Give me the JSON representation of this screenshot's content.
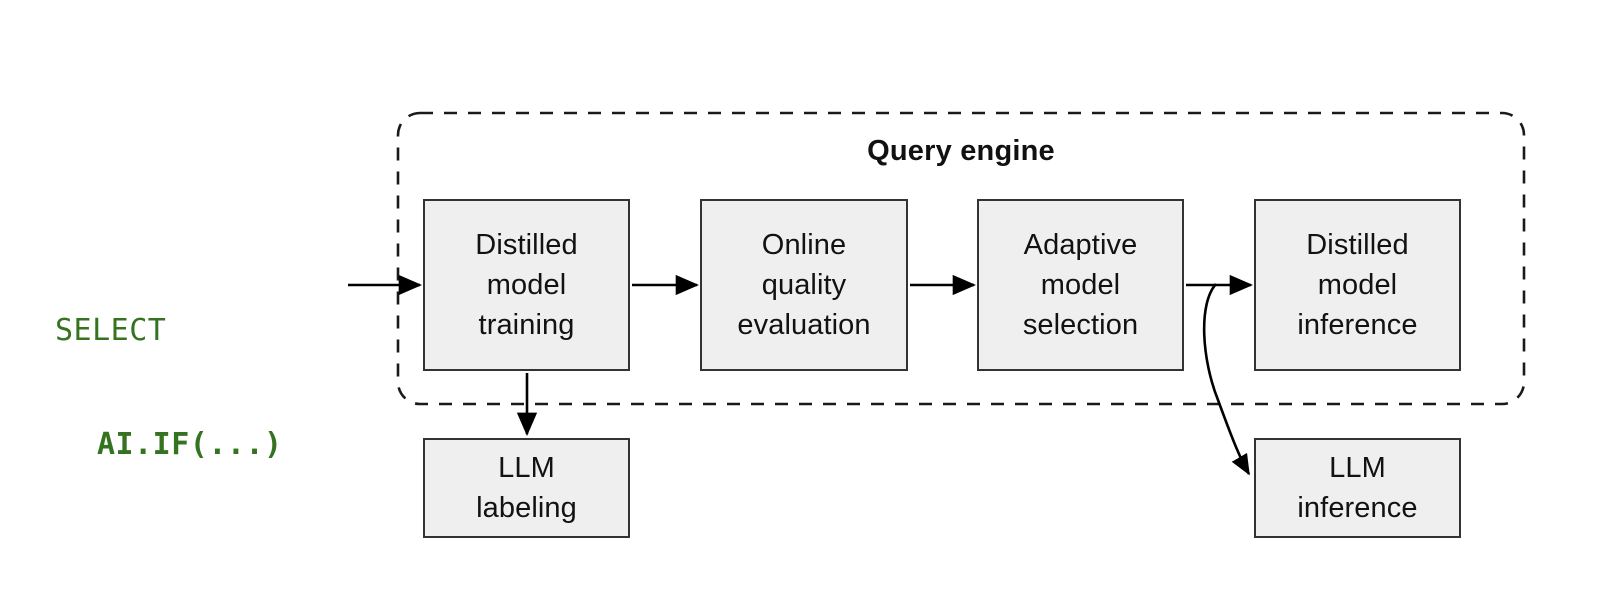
{
  "diagram": {
    "title_group": "Query engine",
    "query": {
      "line1": "SELECT",
      "line2": "AI.IF(...)",
      "color": "#357321"
    },
    "colors": {
      "node_fill": "#efefef",
      "node_border": "#333333",
      "group_border": "#1a1a1a",
      "arrow": "#000000",
      "text": "#121212",
      "query_text": "#357321"
    },
    "nodes": [
      {
        "id": "distilled-model-training",
        "label": "Distilled\nmodel\ntraining"
      },
      {
        "id": "online-quality-evaluation",
        "label": "Online\nquality\nevaluation"
      },
      {
        "id": "adaptive-model-selection",
        "label": "Adaptive\nmodel\nselection"
      },
      {
        "id": "distilled-model-inference",
        "label": "Distilled\nmodel\ninference"
      },
      {
        "id": "llm-labeling",
        "label": "LLM\nlabeling"
      },
      {
        "id": "llm-inference",
        "label": "LLM\ninference"
      }
    ],
    "edges": [
      {
        "id": "query-to-training",
        "from": "query",
        "to": "distilled-model-training",
        "style": "straight"
      },
      {
        "id": "training-to-evaluation",
        "from": "distilled-model-training",
        "to": "online-quality-evaluation",
        "style": "straight"
      },
      {
        "id": "evaluation-to-selection",
        "from": "online-quality-evaluation",
        "to": "adaptive-model-selection",
        "style": "straight"
      },
      {
        "id": "selection-to-distilled-inference",
        "from": "adaptive-model-selection",
        "to": "distilled-model-inference",
        "style": "straight"
      },
      {
        "id": "selection-to-llm-inference",
        "from": "adaptive-model-selection",
        "to": "llm-inference",
        "style": "curved"
      },
      {
        "id": "training-to-llm-labeling",
        "from": "distilled-model-training",
        "to": "llm-labeling",
        "style": "straight-down"
      }
    ],
    "group": {
      "label": "Query engine",
      "border_style": "dashed",
      "contains": [
        "distilled-model-training",
        "online-quality-evaluation",
        "adaptive-model-selection",
        "distilled-model-inference"
      ]
    }
  }
}
